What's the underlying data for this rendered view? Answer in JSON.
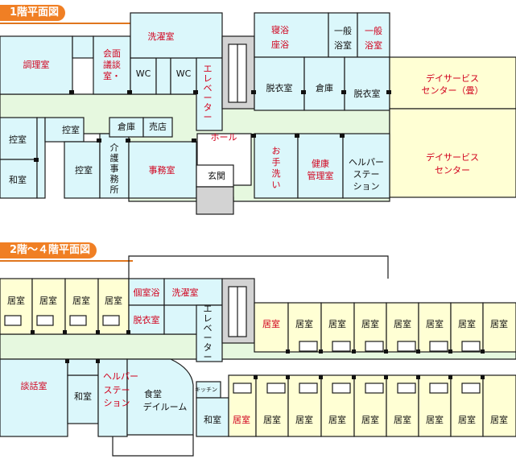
{
  "floor1": {
    "title": "1階平面図",
    "rooms": {
      "kitchen": "調理室",
      "meeting": [
        "会面",
        "議談",
        "室・"
      ],
      "wc1": "WC",
      "wc2": "WC",
      "laundry": "洗濯室",
      "bath_sit": [
        "寝浴",
        "座浴"
      ],
      "general_bath": [
        "一般",
        "浴室"
      ],
      "general_bath_red": [
        "一般",
        "浴室"
      ],
      "elevator": [
        "エ",
        "レ",
        "ベ",
        "ー",
        "タ",
        "ー"
      ],
      "dressing1": "脱衣室",
      "storage1": "倉庫",
      "dressing2": "脱衣室",
      "dayservice_tatami": [
        "デイサービス",
        "センター（畳）"
      ],
      "hall": "ホール",
      "waiting1": "控室",
      "waiting2": "控室",
      "storage2": "倉庫",
      "shop": "売店",
      "japanese_room1": "和室",
      "waiting3": "控室",
      "care_office": [
        "介",
        "護",
        "事",
        "務",
        "所"
      ],
      "office": "事務室",
      "entrance": "玄関",
      "washroom": [
        "お",
        "手",
        "洗",
        "い"
      ],
      "health_room": [
        "健康",
        "管理室"
      ],
      "helper_station": [
        "ヘルパー",
        "ステー",
        "ション"
      ],
      "dayservice": [
        "デイサービス",
        "センター"
      ]
    }
  },
  "floor2": {
    "title": "2階～４階平面図",
    "rooms": {
      "living": "居室",
      "private_bath": "個室浴",
      "laundry": "洗濯室",
      "dressing": "脱衣室",
      "elevator": [
        "エ",
        "レ",
        "ベ",
        "ー",
        "タ",
        "ー"
      ],
      "living_red": "居室",
      "lounge": "談話室",
      "japanese_room": "和室",
      "helper_station": [
        "ヘルパー",
        "ステー",
        "ション"
      ],
      "dining": [
        "食堂",
        "デイルーム"
      ],
      "kitchenette": "キッチン",
      "japanese_room2": "和室",
      "living_red2": "居室"
    }
  },
  "colors": {
    "room_blue": "#dbf7fb",
    "corridor_green": "#e6f8df",
    "yellow_rooms": "#ffffd4",
    "gray": "#d3d3d3",
    "red_text": "#d1001c",
    "banner_orange": "#f07f24"
  }
}
